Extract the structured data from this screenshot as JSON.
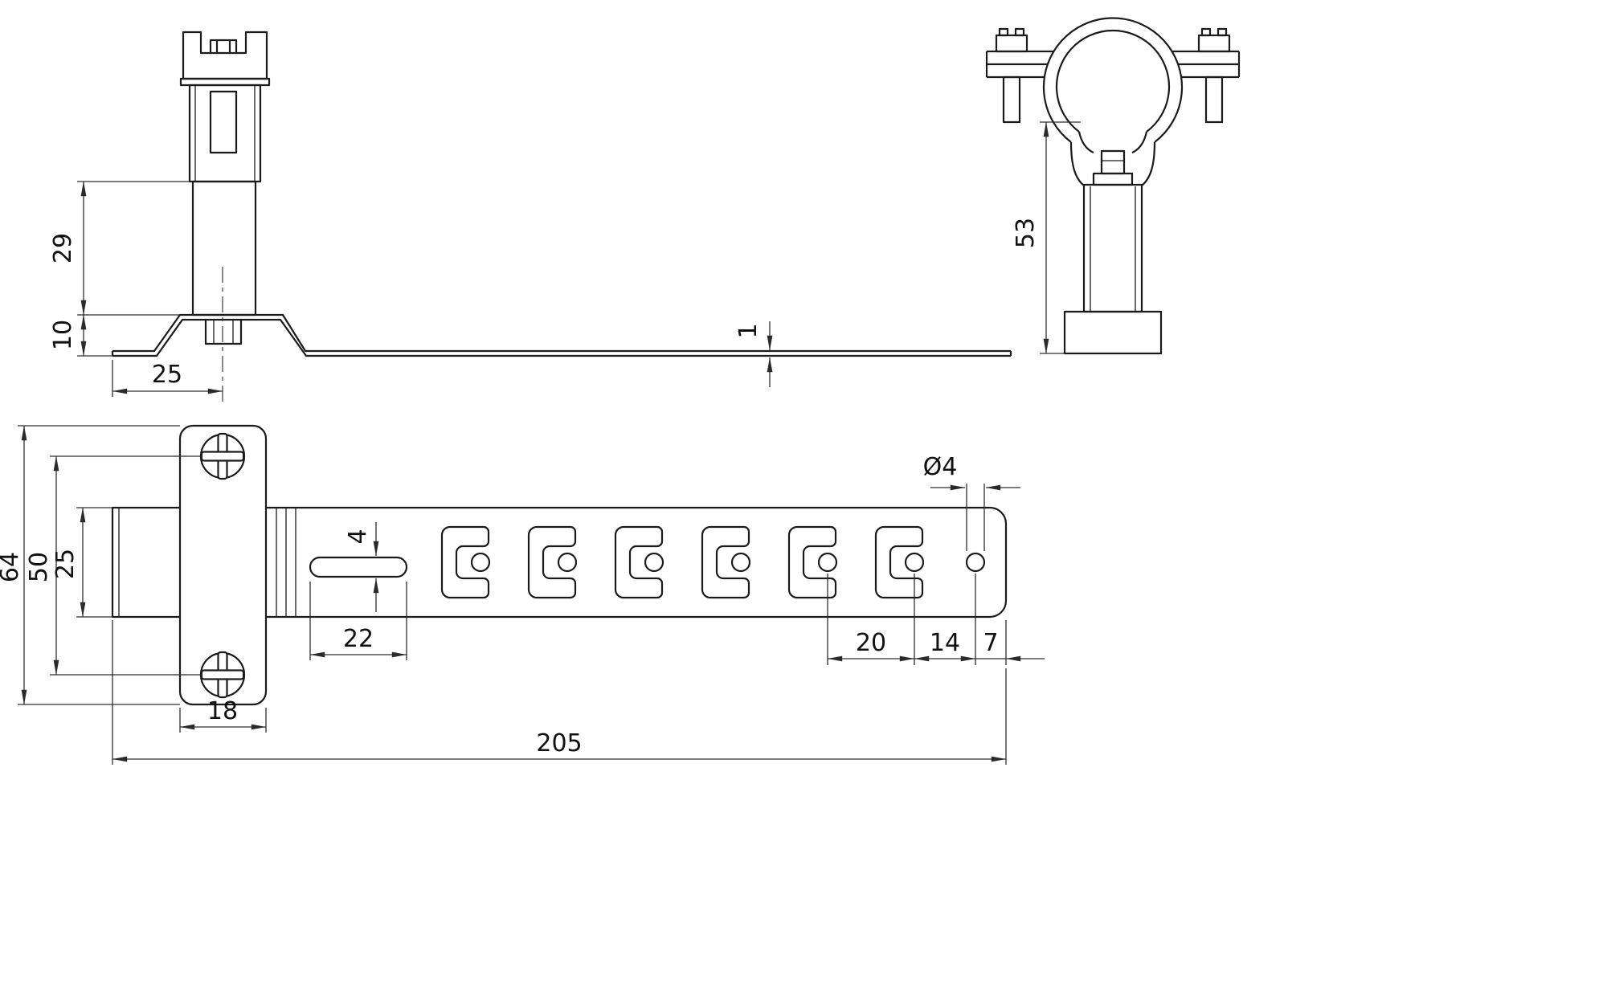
{
  "drawing": {
    "background": "#ffffff",
    "stroke": "#1b1b1b",
    "views": {
      "side": {
        "dims": {
          "h29": "29",
          "h10": "10",
          "w25": "25"
        }
      },
      "front": {
        "dims": {
          "h53": "53"
        }
      },
      "strip": {
        "dims": {
          "t1": "1"
        }
      },
      "top": {
        "dims": {
          "h64": "64",
          "h50": "50",
          "h25": "25",
          "w18": "18",
          "slot_w4": "4",
          "slot_l22": "22",
          "hole_dia": "Ø4",
          "p20": "20",
          "p14": "14",
          "p7": "7",
          "len205": "205"
        }
      }
    }
  }
}
